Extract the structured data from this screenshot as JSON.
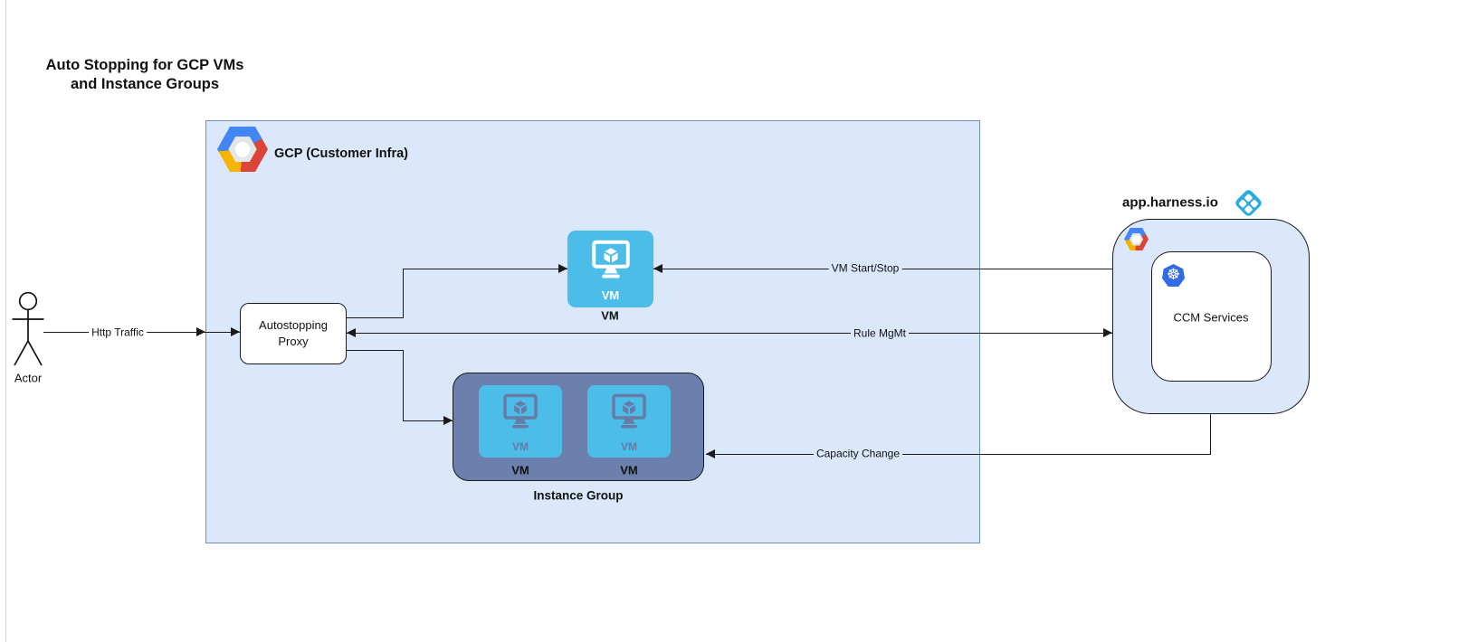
{
  "page": {
    "title": "Auto Stopping for GCP VMs\nand Instance Groups"
  },
  "actor": {
    "label": "Actor"
  },
  "edges": {
    "http_traffic": {
      "label": "Http Traffic"
    },
    "vm_start_stop": {
      "label": "VM Start/Stop"
    },
    "rule_mgmt": {
      "label": "Rule MgMt"
    },
    "capacity_change": {
      "label": "Capacity Change"
    }
  },
  "gcp": {
    "label": "GCP (Customer Infra)"
  },
  "proxy": {
    "label": "Autostopping Proxy"
  },
  "vm_node": {
    "inner_label": "VM",
    "caption": "VM"
  },
  "instance_group": {
    "caption": "Instance Group",
    "tiles": [
      {
        "inner_label": "VM",
        "caption": "VM"
      },
      {
        "inner_label": "VM",
        "caption": "VM"
      }
    ]
  },
  "harness": {
    "domain": "app.harness.io",
    "ccm_label": "CCM Services",
    "k8s_glyph": "☸"
  },
  "colors": {
    "container_fill": "#dbe8fc",
    "container_border": "#6c8ebf",
    "instance_group_fill": "#6b80ad",
    "vm_tile_fill": "#4cbde8",
    "harness_blue": "#29abe2",
    "kubernetes_blue": "#326ce5",
    "gcp_blue": "#4285f4",
    "gcp_red": "#db4437",
    "gcp_yellow": "#f4b400",
    "line_color": "#1a1a1a"
  }
}
